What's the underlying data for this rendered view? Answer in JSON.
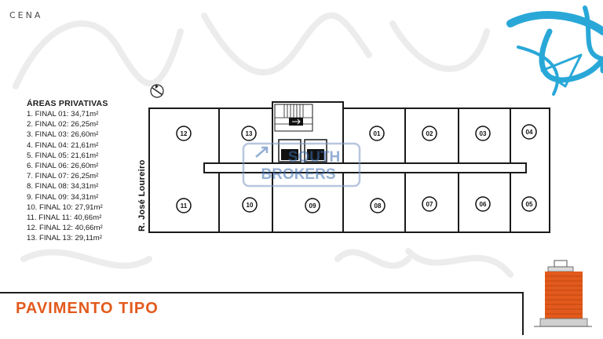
{
  "brand": {
    "logo_text": "CENA"
  },
  "areas": {
    "title": "ÁREAS PRIVATIVAS",
    "items": [
      "1. FINAL 01: 34,71m²",
      "2. FINAL 02: 26,25m²",
      "3. FINAL 03: 26,60m²",
      "4. FINAL 04: 21,61m²",
      "5. FINAL 05: 21,61m²",
      "6. FINAL 06: 26,60m²",
      "7. FINAL 07: 26,25m²",
      "8. FINAL 08: 34,31m²",
      "9. FINAL 09: 34,31m²",
      "10. FINAL 10: 27,91m²",
      "11. FINAL 11: 40,66m²",
      "12. FINAL 12: 40,66m²",
      "13. FINAL 13: 29,11m²"
    ]
  },
  "street_label": "R. José Loureiro",
  "units": {
    "top": [
      "12",
      "13",
      "01",
      "02",
      "03",
      "04"
    ],
    "bottom": [
      "11",
      "10",
      "09",
      "08",
      "07",
      "06",
      "05"
    ]
  },
  "watermark": {
    "line1": "SOUTH",
    "line2": "BROKERS"
  },
  "floor_title": "PAVIMENTO TIPO",
  "colors": {
    "accent": "#e25a1c",
    "brush": "#29a8d8",
    "plan_stroke": "#1a1a1a",
    "watermark": "#3d6fb0"
  },
  "icons": {
    "north_arrow": "compass-icon"
  }
}
